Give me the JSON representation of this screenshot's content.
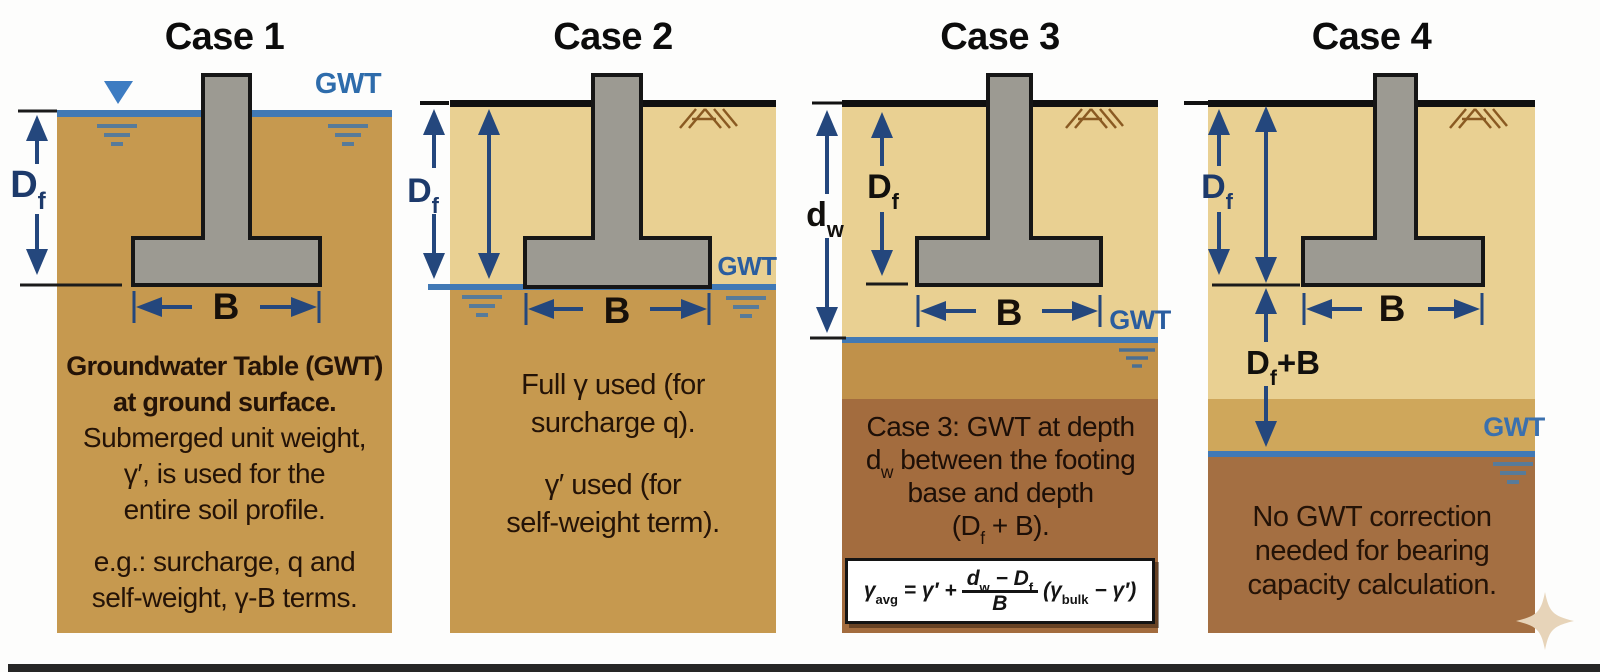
{
  "panels": [
    {
      "title": "Case 1",
      "gwt_label": "GWT",
      "b_label": "B",
      "df_label": [
        {
          "t": "D"
        },
        {
          "t": "f",
          "sub": true
        }
      ],
      "caption_bold": [
        "Groundwater Table (GWT)",
        "at ground surface."
      ],
      "caption": [
        "Submerged unit weight,",
        "γ′, is used for the",
        "entire soil profile."
      ],
      "caption2": [
        "e.g.: surcharge, q and",
        "self-weight, γ-B terms."
      ]
    },
    {
      "title": "Case 2",
      "gwt_label": "GWT",
      "b_label": "B",
      "df_label": [
        {
          "t": "D"
        },
        {
          "t": "f",
          "sub": true
        }
      ],
      "caption": [
        "Full γ used (for",
        "surcharge q)."
      ],
      "caption2": [
        "γ′ used (for",
        "self-weight term)."
      ]
    },
    {
      "title": "Case 3",
      "gwt_label": "GWT",
      "b_label": "B",
      "df_label": [
        {
          "t": "D"
        },
        {
          "t": "f",
          "sub": true
        }
      ],
      "dw_label": [
        {
          "t": "d"
        },
        {
          "t": "w",
          "sub": true
        }
      ],
      "caption_rich": [
        [
          {
            "t": "Case 3: GWT at depth"
          }
        ],
        [
          {
            "t": "d"
          },
          {
            "t": "w",
            "sub": true
          },
          {
            "t": " between the footing"
          }
        ],
        [
          {
            "t": "base and depth"
          }
        ],
        [
          {
            "t": "(D"
          },
          {
            "t": "f",
            "sub": true
          },
          {
            "t": " + B)."
          }
        ]
      ],
      "formula": {
        "lhs": [
          {
            "t": "γ"
          },
          {
            "t": "avg",
            "sub": true
          },
          {
            "t": " = γ′ + "
          }
        ],
        "num": [
          {
            "t": "d"
          },
          {
            "t": "w",
            "sub": true
          },
          {
            "t": " − D"
          },
          {
            "t": "f",
            "sub": true
          }
        ],
        "den": [
          {
            "t": "B"
          }
        ],
        "rhs": [
          {
            "t": "(γ"
          },
          {
            "t": "bulk",
            "sub": true
          },
          {
            "t": " − γ′)"
          }
        ]
      }
    },
    {
      "title": "Case 4",
      "gwt_label": "GWT",
      "b_label": "B",
      "df_label": [
        {
          "t": "D"
        },
        {
          "t": "f",
          "sub": true
        }
      ],
      "dfb_label": [
        {
          "t": "D"
        },
        {
          "t": "f",
          "sub": true
        },
        {
          "t": "+B"
        }
      ],
      "caption": [
        "No GWT correction",
        "needed for bearing",
        "capacity calculation."
      ]
    }
  ],
  "colors": {
    "soil_tan": "#c6994f",
    "soil_light": "#e9d092",
    "soil_mid_case3": "#c0914a",
    "soil_mid_case4": "#cfa75b",
    "soil_dark": "#a36c3e",
    "gwt_line": "#4179b5",
    "gwt_text": "#2e6cab",
    "arrow_navy": "#24477d",
    "footing_gray": "#9c9a92"
  }
}
